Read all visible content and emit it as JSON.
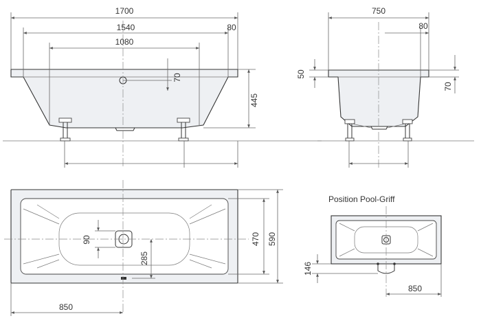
{
  "side_view": {
    "dims": {
      "overall_length": "1700",
      "inner_length": "1540",
      "bottom_length": "1080",
      "rim_offset": "80",
      "drain_offset": "70",
      "height": "445"
    }
  },
  "end_view": {
    "dims": {
      "overall_width": "750",
      "rim_offset": "80",
      "rim_height": "50",
      "drain_height": "70"
    }
  },
  "top_view": {
    "dims": {
      "drain_offset_90": "90",
      "drain_offset_285": "285",
      "inner_width": "470",
      "outer_width": "590",
      "drain_position": "850"
    }
  },
  "pool_grip_view": {
    "caption": "Position Pool-Griff",
    "dims": {
      "grip_offset": "146",
      "grip_position": "850"
    }
  },
  "colors": {
    "line": "#333333",
    "fill": "#eef0f3"
  }
}
